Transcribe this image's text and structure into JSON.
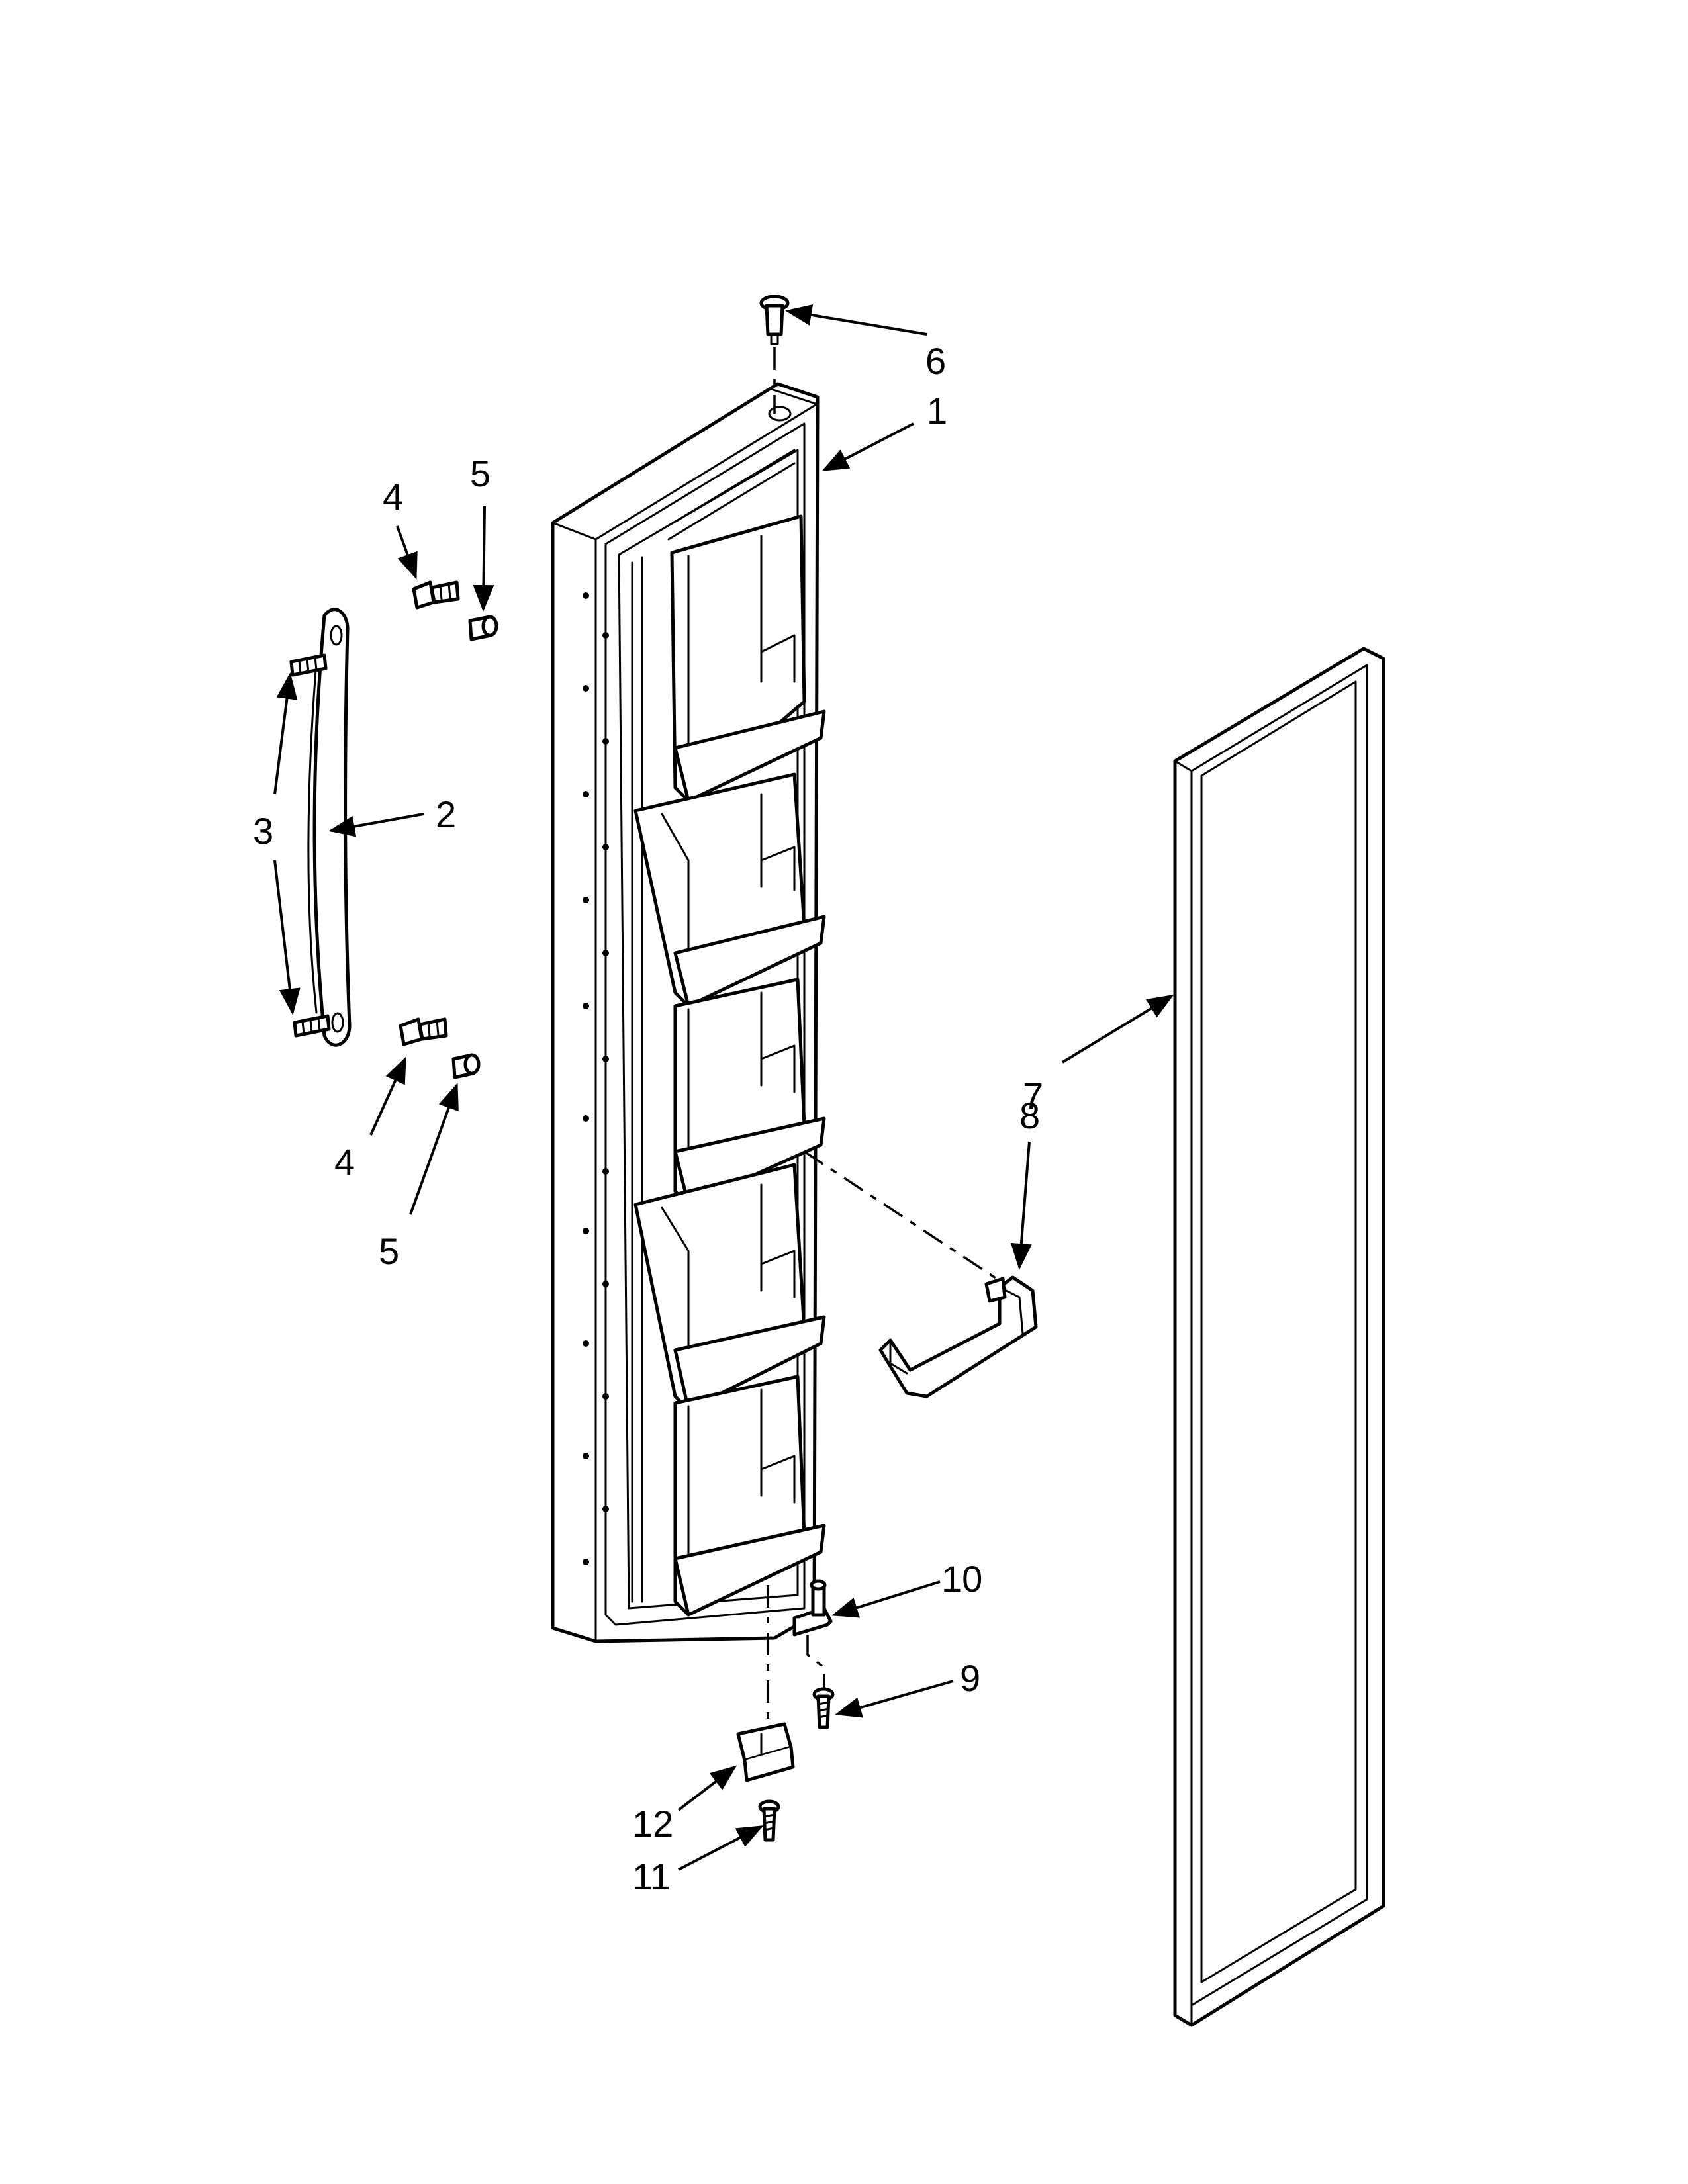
{
  "colors": {
    "line": "#000000",
    "background": "#ffffff"
  },
  "callouts": {
    "c1": "1",
    "c2": "2",
    "c3": "3",
    "c4a": "4",
    "c4b": "4",
    "c5a": "5",
    "c5b": "5",
    "c6": "6",
    "c7": "7",
    "c8": "8",
    "c9": "9",
    "c10": "10",
    "c11": "11",
    "c12": "12"
  }
}
